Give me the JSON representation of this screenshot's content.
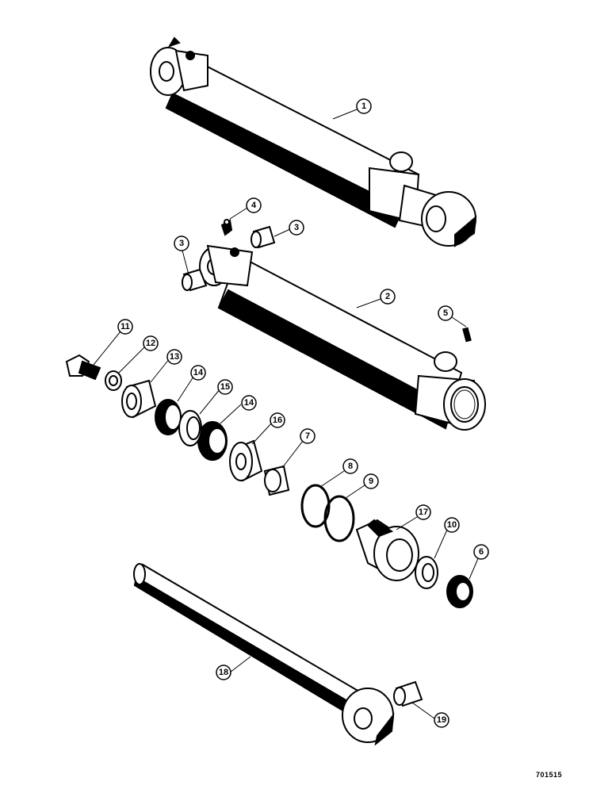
{
  "figure_code": "701515",
  "callouts": [
    {
      "id": "1",
      "label": "1"
    },
    {
      "id": "2",
      "label": "2"
    },
    {
      "id": "3a",
      "label": "3"
    },
    {
      "id": "3b",
      "label": "3"
    },
    {
      "id": "4",
      "label": "4"
    },
    {
      "id": "5",
      "label": "5"
    },
    {
      "id": "6",
      "label": "6"
    },
    {
      "id": "7",
      "label": "7"
    },
    {
      "id": "8",
      "label": "8"
    },
    {
      "id": "9",
      "label": "9"
    },
    {
      "id": "10",
      "label": "10"
    },
    {
      "id": "11",
      "label": "11"
    },
    {
      "id": "12",
      "label": "12"
    },
    {
      "id": "13",
      "label": "13"
    },
    {
      "id": "14a",
      "label": "14"
    },
    {
      "id": "14b",
      "label": "14"
    },
    {
      "id": "15",
      "label": "15"
    },
    {
      "id": "16",
      "label": "16"
    },
    {
      "id": "17",
      "label": "17"
    },
    {
      "id": "18",
      "label": "18"
    },
    {
      "id": "19",
      "label": "19"
    }
  ]
}
